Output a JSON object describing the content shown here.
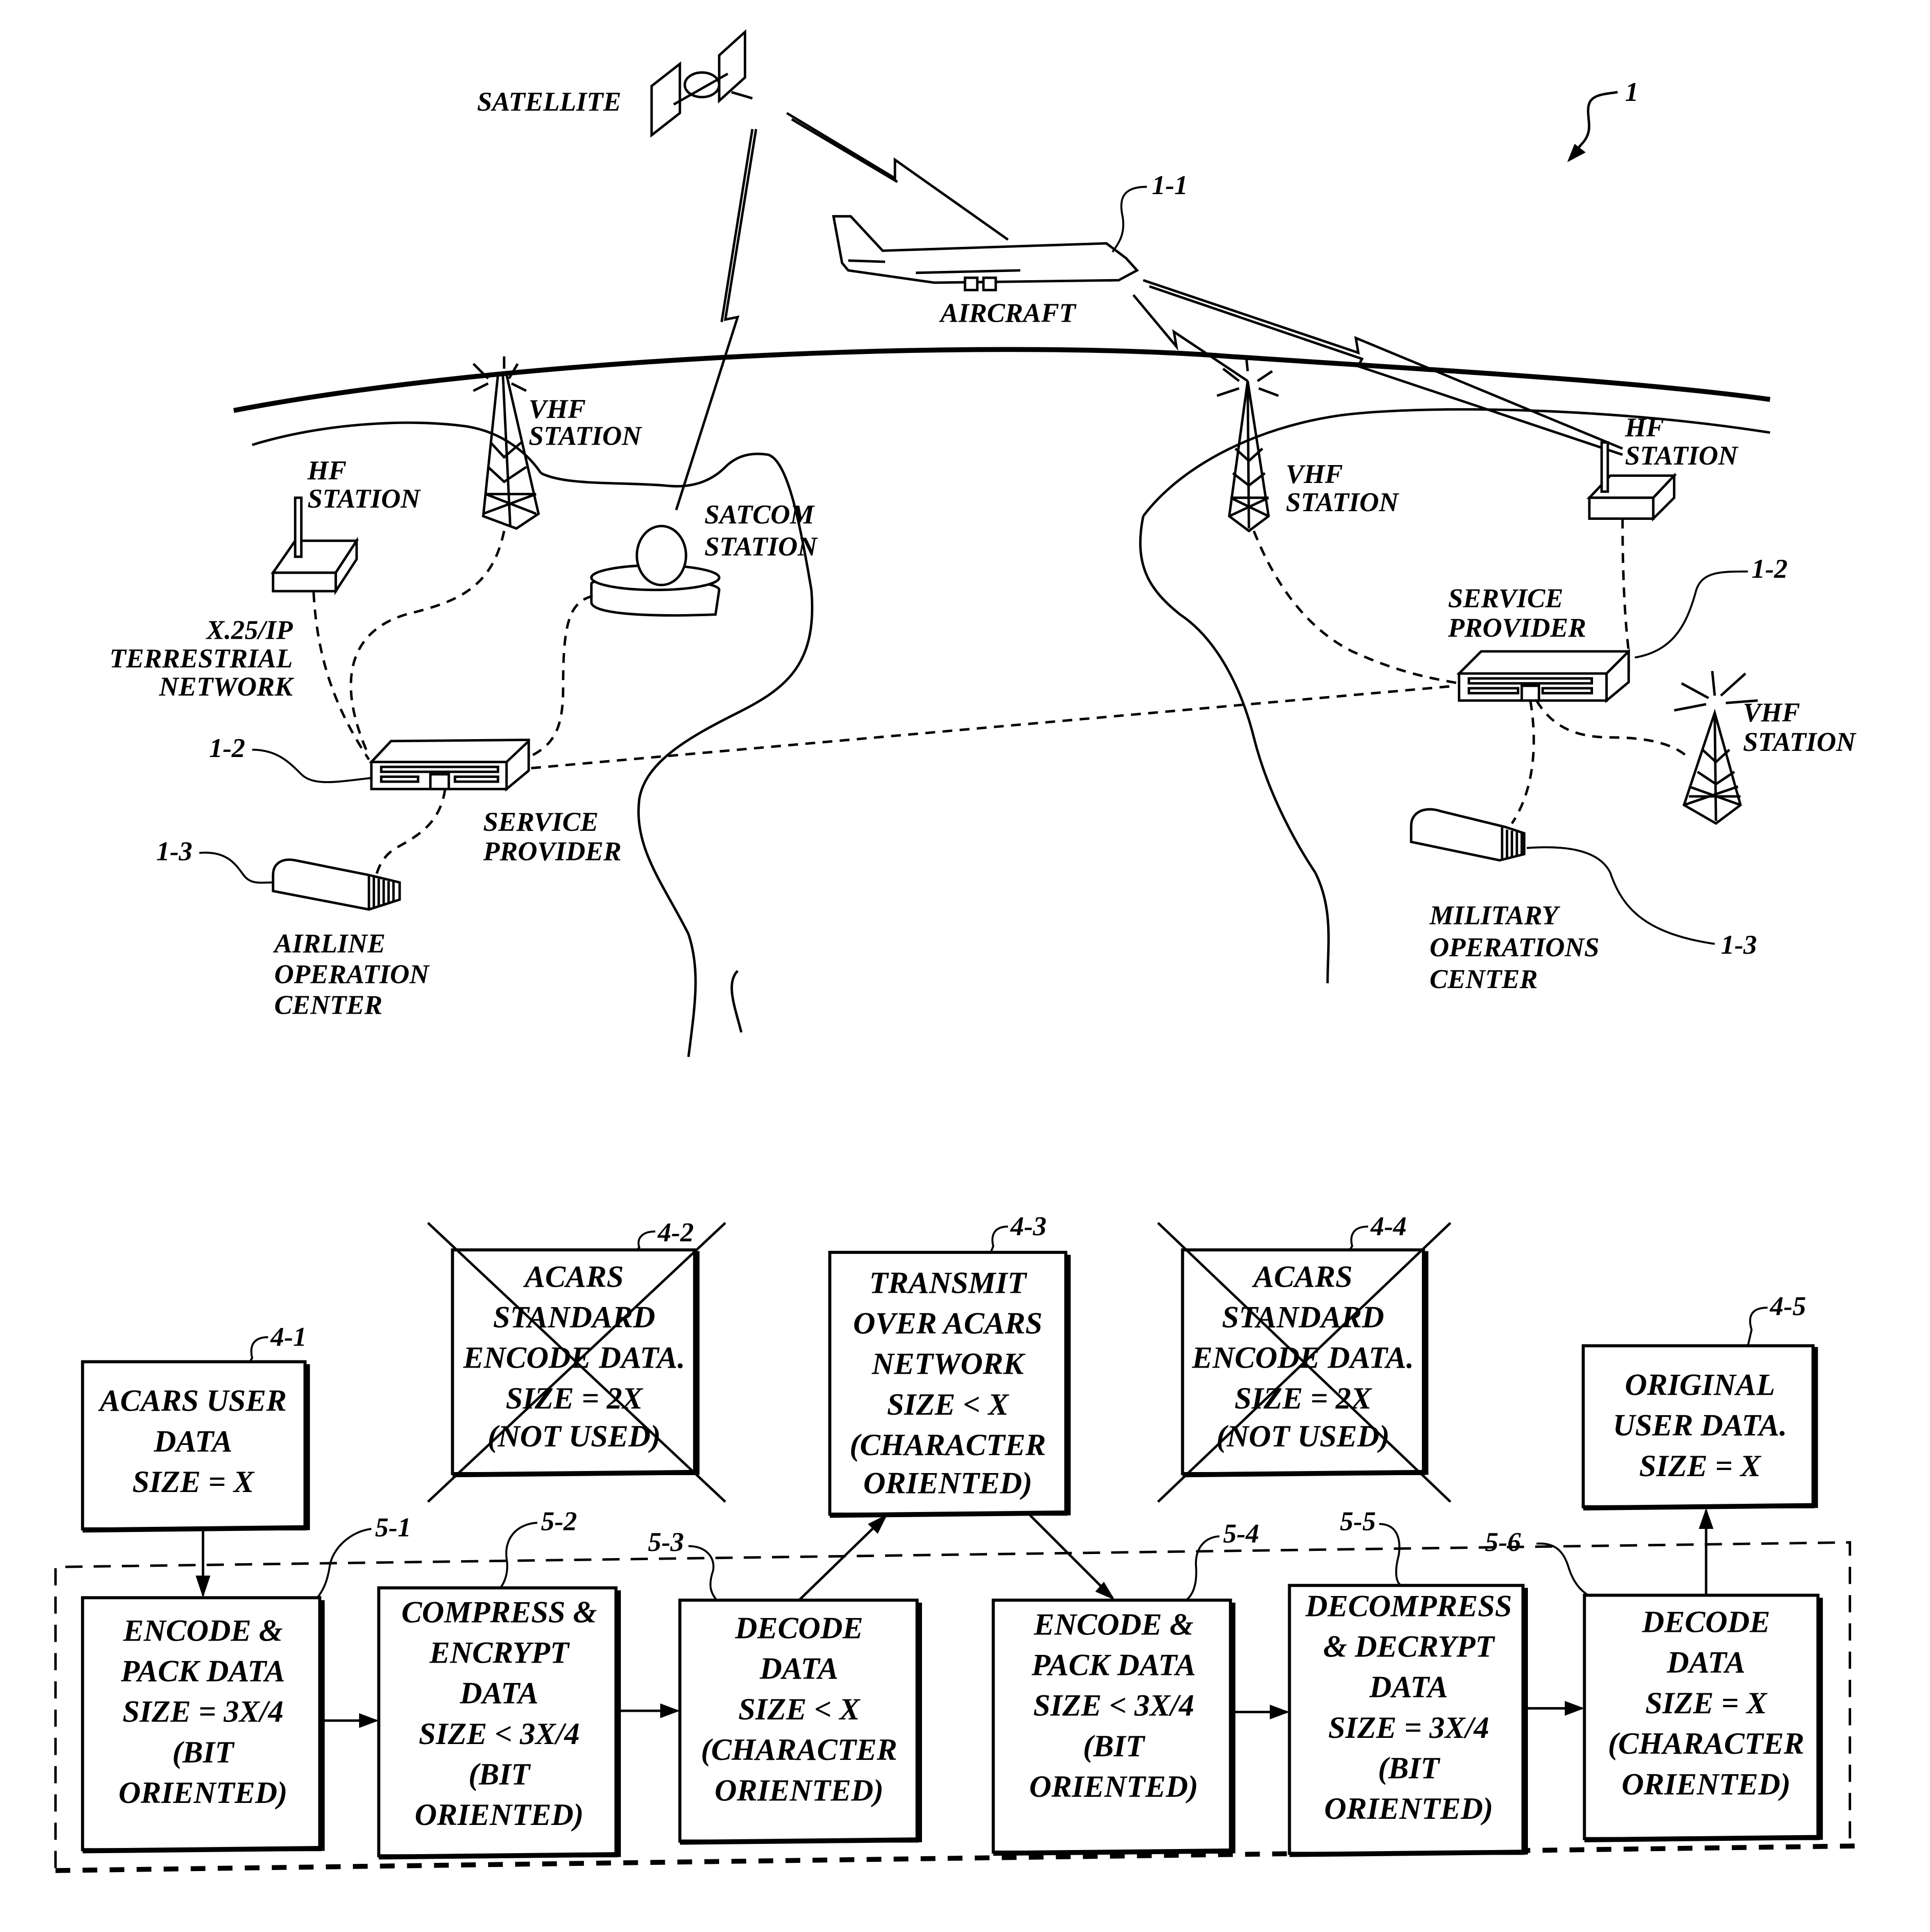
{
  "figure_ref": "1",
  "network": {
    "satellite": "SATELLITE",
    "aircraft": {
      "label": "AIRCRAFT",
      "ref": "1-1"
    },
    "left": {
      "vhf_station": [
        "VHF",
        "STATION"
      ],
      "hf_station": [
        "HF",
        "STATION"
      ],
      "satcom_station": [
        "SATCOM",
        "STATION"
      ],
      "terrestrial_network": [
        "X.25/IP",
        "TERRESTRIAL",
        "NETWORK"
      ],
      "service_provider": {
        "label": [
          "SERVICE",
          "PROVIDER"
        ],
        "ref": "1-2"
      },
      "operations_center": {
        "label": [
          "AIRLINE",
          "OPERATION",
          "CENTER"
        ],
        "ref": "1-3"
      }
    },
    "right": {
      "vhf_station_upper": [
        "VHF",
        "STATION"
      ],
      "hf_station": [
        "HF",
        "STATION"
      ],
      "vhf_station_lower": [
        "VHF",
        "STATION"
      ],
      "service_provider": {
        "label": [
          "SERVICE",
          "PROVIDER"
        ],
        "ref": "1-2"
      },
      "operations_center": {
        "label": [
          "MILITARY",
          "OPERATIONS",
          "CENTER"
        ],
        "ref": "1-3"
      }
    }
  },
  "flow": {
    "top_boxes": [
      {
        "ref": "4-1",
        "lines": [
          "ACARS USER",
          "DATA",
          "SIZE = X"
        ],
        "crossed": false
      },
      {
        "ref": "4-2",
        "lines": [
          "ACARS",
          "STANDARD",
          "ENCODE DATA.",
          "SIZE = 2X",
          "(NOT USED)"
        ],
        "crossed": true
      },
      {
        "ref": "4-3",
        "lines": [
          "TRANSMIT",
          "OVER ACARS",
          "NETWORK",
          "SIZE < X",
          "(CHARACTER",
          "ORIENTED)"
        ],
        "crossed": false
      },
      {
        "ref": "4-4",
        "lines": [
          "ACARS",
          "STANDARD",
          "ENCODE DATA.",
          "SIZE = 2X",
          "(NOT USED)"
        ],
        "crossed": true
      },
      {
        "ref": "4-5",
        "lines": [
          "ORIGINAL",
          "USER DATA.",
          "SIZE = X"
        ],
        "crossed": false
      }
    ],
    "bottom_boxes": [
      {
        "ref": "5-1",
        "lines": [
          "ENCODE &",
          "PACK DATA",
          "SIZE = 3X/4",
          "(BIT",
          "ORIENTED)"
        ]
      },
      {
        "ref": "5-2",
        "lines": [
          "COMPRESS &",
          "ENCRYPT",
          "DATA",
          "SIZE < 3X/4",
          "(BIT",
          "ORIENTED)"
        ]
      },
      {
        "ref": "5-3",
        "lines": [
          "DECODE",
          "DATA",
          "SIZE < X",
          "(CHARACTER",
          "ORIENTED)"
        ]
      },
      {
        "ref": "5-4",
        "lines": [
          "ENCODE &",
          "PACK DATA",
          "SIZE < 3X/4",
          "(BIT",
          "ORIENTED)"
        ]
      },
      {
        "ref": "5-5",
        "lines": [
          "DECOMPRESS",
          "& DECRYPT",
          "DATA",
          "SIZE = 3X/4",
          "(BIT",
          "ORIENTED)"
        ]
      },
      {
        "ref": "5-6",
        "lines": [
          "DECODE",
          "DATA",
          "SIZE = X",
          "(CHARACTER",
          "ORIENTED)"
        ]
      }
    ]
  }
}
